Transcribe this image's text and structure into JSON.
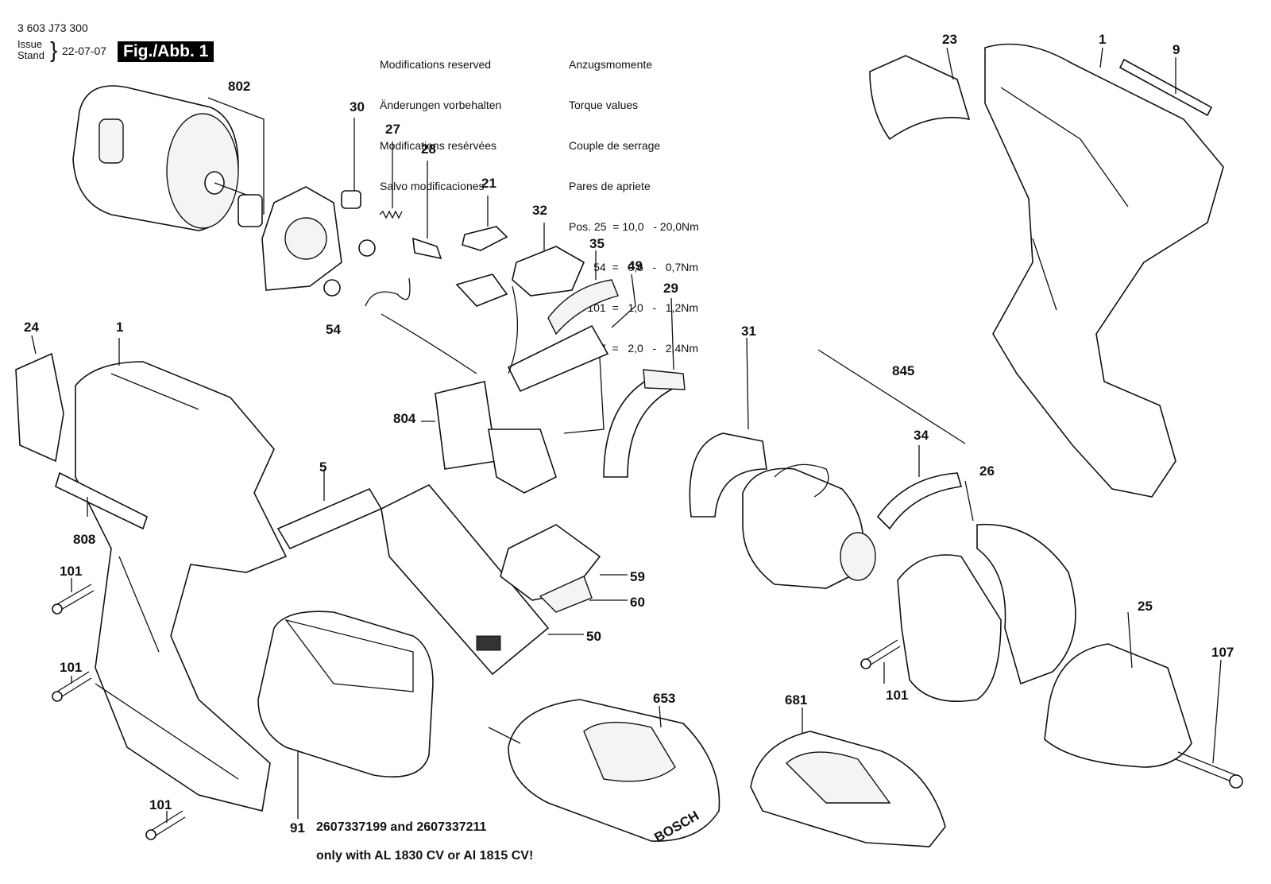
{
  "header": {
    "doc_number": "3 603 J73 300",
    "issue_label": "Issue",
    "stand_label": "Stand",
    "brace": "}",
    "date": "22-07-07",
    "figure_label": "Fig./Abb. 1"
  },
  "modifications": [
    "Modifications reserved",
    "Änderungen vorbehalten",
    "Modifications resérvées",
    "Salvo modificaciones"
  ],
  "torque": {
    "titles": [
      "Anzugsmomente",
      "Torque values",
      "Couple de serrage",
      "Pares de apriete"
    ],
    "rows": [
      "Pos. 25  = 10,0   - 20,0Nm",
      "        54  =   0,6   -   0,7Nm",
      "      101  =   1,0   -   1,2Nm",
      "      107  =   2,0   -   2,4Nm"
    ]
  },
  "part_labels": {
    "p802": "802",
    "p30": "30",
    "p27": "27",
    "p28": "28",
    "p21": "21",
    "p32": "32",
    "p35": "35",
    "p49": "49",
    "p54": "54",
    "p29": "29",
    "p31": "31",
    "p845": "845",
    "p34": "34",
    "p26": "26",
    "p23": "23",
    "p1a": "1",
    "p9": "9",
    "p24": "24",
    "p1b": "1",
    "p804": "804",
    "p5": "5",
    "p808": "808",
    "p101a": "101",
    "p101b": "101",
    "p101c": "101",
    "p101d": "101",
    "p59": "59",
    "p60": "60",
    "p50": "50",
    "p25": "25",
    "p107": "107",
    "p653": "653",
    "p681": "681",
    "p91": "91"
  },
  "footnote": {
    "line1": "2607337199 and 2607337211",
    "line2": "only with AL 1830 CV or Al 1815 CV!"
  },
  "charger_brand": "BOSCH"
}
